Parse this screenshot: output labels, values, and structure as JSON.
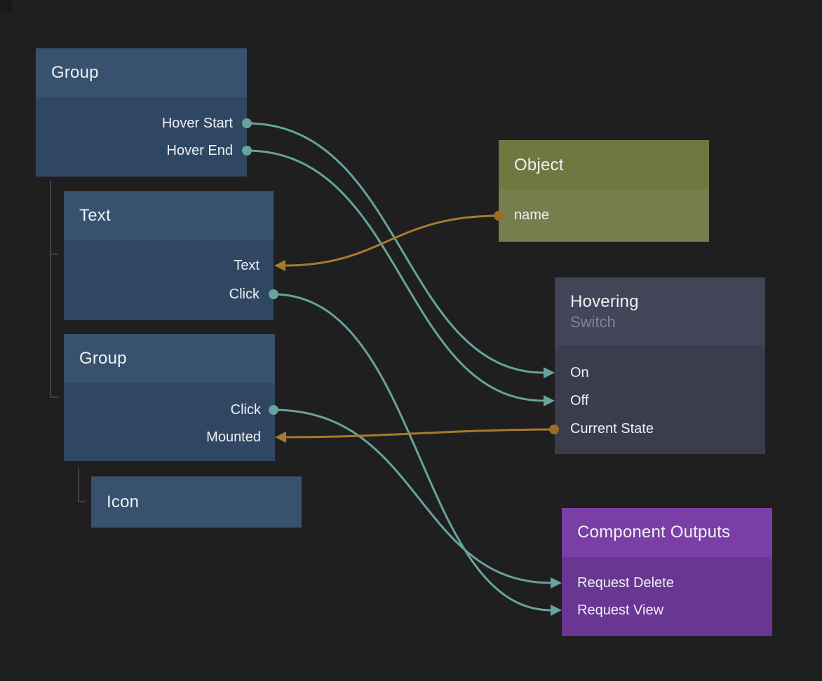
{
  "canvas": {
    "kind": "node-graph-editor"
  },
  "colors": {
    "background": "#1f1f20",
    "node_blue_header": "#37516e",
    "node_blue_body": "#2f4763",
    "node_green_header": "#6e7941",
    "node_green_body": "#757f4e",
    "node_gray_header": "#434659",
    "node_gray_body": "#3a3d4c",
    "node_purple_header": "#7b3ea6",
    "node_purple_body": "#693692",
    "wire_signal_teal": "#68a39e",
    "wire_data_orange": "#a87a2e",
    "port_dot_orange": "#9c6c29",
    "hierarchy_line": "#3f4245",
    "title_text": "#eef0f3",
    "subtitle_text": "#7f8492"
  },
  "nodes": [
    {
      "title": "Group",
      "ports": [
        {
          "label": "Hover Start",
          "kind": "signal-output"
        },
        {
          "label": "Hover End",
          "kind": "signal-output"
        }
      ]
    },
    {
      "title": "Text",
      "ports": [
        {
          "label": "Text",
          "kind": "data-input"
        },
        {
          "label": "Click",
          "kind": "signal-output"
        }
      ]
    },
    {
      "title": "Group",
      "ports": [
        {
          "label": "Click",
          "kind": "signal-output"
        },
        {
          "label": "Mounted",
          "kind": "data-input"
        }
      ]
    },
    {
      "title": "Icon",
      "ports": []
    },
    {
      "title": "Object",
      "ports": [
        {
          "label": "name",
          "kind": "data-output"
        }
      ]
    },
    {
      "title": "Hovering",
      "subtitle": "Switch",
      "ports": [
        {
          "label": "On",
          "kind": "signal-input"
        },
        {
          "label": "Off",
          "kind": "signal-input"
        },
        {
          "label": "Current State",
          "kind": "data-output"
        }
      ]
    },
    {
      "title": "Component Outputs",
      "ports": [
        {
          "label": "Request Delete",
          "kind": "signal-input"
        },
        {
          "label": "Request View",
          "kind": "signal-input"
        }
      ]
    }
  ],
  "connections": [
    {
      "from": "Group.Hover Start",
      "to": "Hovering.On",
      "type": "signal"
    },
    {
      "from": "Group.Hover End",
      "to": "Hovering.Off",
      "type": "signal"
    },
    {
      "from": "Object.name",
      "to": "Text.Text",
      "type": "data"
    },
    {
      "from": "Text.Click",
      "to": "Component Outputs.Request View",
      "type": "signal"
    },
    {
      "from": "Group.Click",
      "to": "Component Outputs.Request Delete",
      "type": "signal"
    },
    {
      "from": "Hovering.Current State",
      "to": "Group.Mounted",
      "type": "data"
    }
  ]
}
